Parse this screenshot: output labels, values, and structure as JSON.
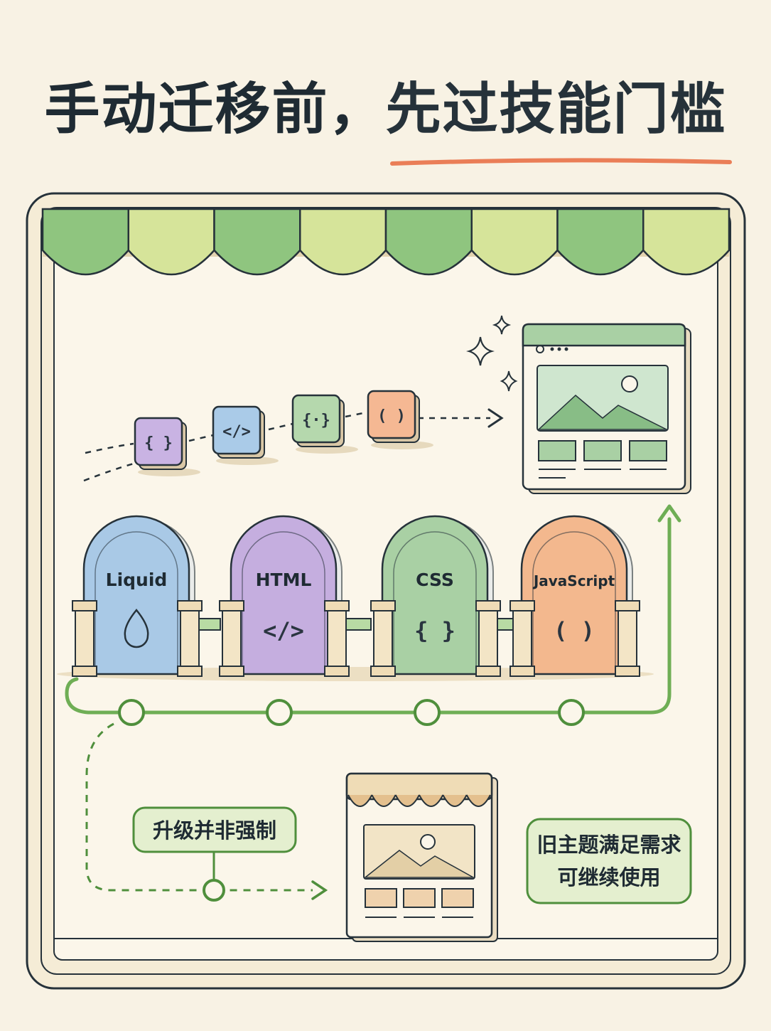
{
  "title": {
    "part1": "手动迁移前，",
    "part2": "先过技能门槛"
  },
  "gates": [
    {
      "label": "Liquid",
      "color": "#a9c9e6",
      "icon": "droplet-icon"
    },
    {
      "label": "HTML",
      "color": "#c5aedf",
      "icon": "code-tag-icon",
      "glyph": "</>"
    },
    {
      "label": "CSS",
      "color": "#a9d0a4",
      "icon": "braces-icon",
      "glyph": "{ }"
    },
    {
      "label": "JavaScript",
      "color": "#f3b88e",
      "icon": "parentheses-icon",
      "glyph": "( )"
    }
  ],
  "blocks": [
    {
      "glyph": "{ }",
      "color": "#c9b3e3"
    },
    {
      "glyph": "</>",
      "color": "#aacbe8"
    },
    {
      "glyph": "{·}",
      "color": "#b5d8ad"
    },
    {
      "glyph": "( )",
      "color": "#f5b893"
    }
  ],
  "notes": {
    "optional": "升级并非强制",
    "old_theme_line1": "旧主题满足需求",
    "old_theme_line2": "可继续使用"
  },
  "colors": {
    "awning_green": "#8fc57f",
    "awning_lime": "#d6e49a",
    "path_green": "#6fae55",
    "accent_underline": "#ea7e57",
    "frame_ink": "#26323a"
  }
}
